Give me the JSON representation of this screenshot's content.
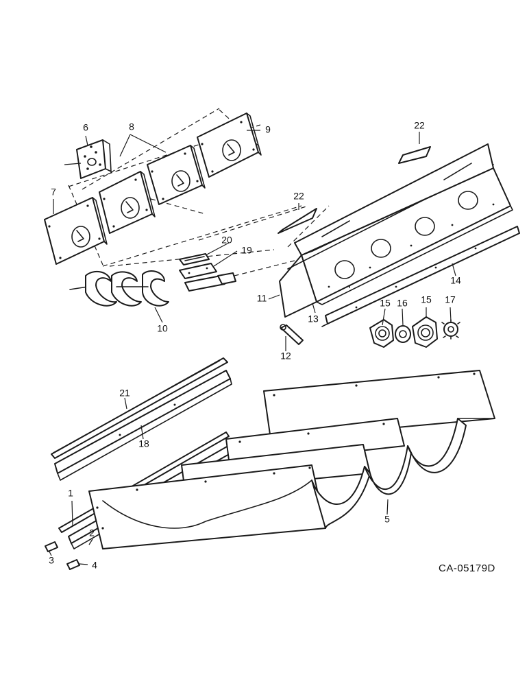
{
  "callouts": {
    "p1": "1",
    "p2": "2",
    "p3": "3",
    "p4": "4",
    "p5": "5",
    "p6": "6",
    "p7": "7",
    "p8": "8",
    "p9": "9",
    "p10": "10",
    "p11": "11",
    "p12": "12",
    "p13": "13",
    "p14": "14",
    "p15a": "15",
    "p15b": "15",
    "p16": "16",
    "p17": "17",
    "p18": "18",
    "p19": "19",
    "p20": "20",
    "p21": "21",
    "p22a": "22",
    "p22b": "22"
  },
  "figure_id": "CA-05179D",
  "colors": {
    "ink": "#1a1a1a",
    "paper": "#ffffff"
  }
}
